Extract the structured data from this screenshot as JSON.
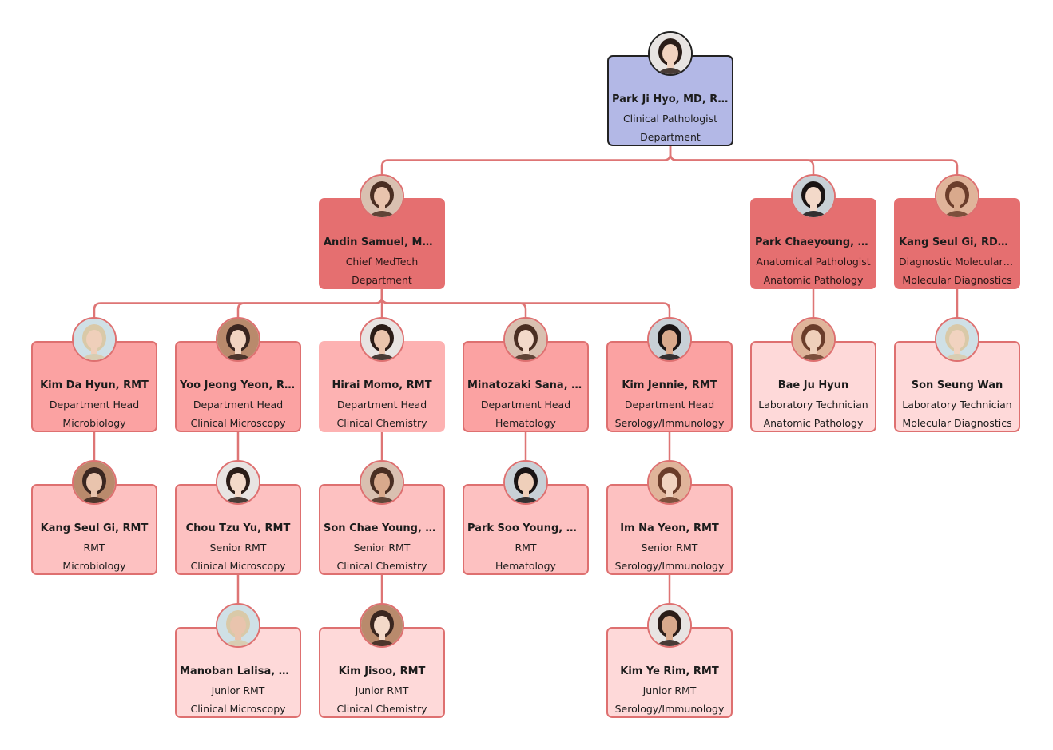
{
  "colors": {
    "root_fill": "#b3b8e6",
    "root_border": "#222222",
    "level1_fill": "#e56f70",
    "level2_fill": "#fba2a2",
    "level3_fill": "#fdc1c1",
    "level4_fill": "#fed9d9",
    "connector": "#de7575"
  },
  "nodes": [
    {
      "id": "n1",
      "name": "Park Ji Hyo, MD, RMT",
      "title": "Clinical Pathologist",
      "dept": "Department",
      "level": "l0",
      "avatar": "portrait-icon"
    },
    {
      "id": "n2",
      "name": "Andin Samuel, MD, ...",
      "title": "Chief MedTech",
      "dept": "Department",
      "level": "l1",
      "avatar": "portrait-icon"
    },
    {
      "id": "n3",
      "name": "Park Chaeyoung, M...",
      "title": "Anatomical Pathologist",
      "dept": "Anatomic Pathology",
      "level": "l1",
      "avatar": "portrait-icon"
    },
    {
      "id": "n4",
      "name": "Kang Seul Gi, RDMS",
      "title": "Diagnostic Molecular ...",
      "dept": "Molecular Diagnostics",
      "level": "l1",
      "avatar": "portrait-icon"
    },
    {
      "id": "n5",
      "name": "Kim Da Hyun, RMT",
      "title": "Department Head",
      "dept": "Microbiology",
      "level": "l2",
      "avatar": "portrait-icon"
    },
    {
      "id": "n6",
      "name": "Yoo Jeong Yeon, RMT",
      "title": "Department Head",
      "dept": "Clinical Microscopy",
      "level": "l2",
      "avatar": "portrait-icon"
    },
    {
      "id": "n7",
      "name": "Hirai Momo, RMT",
      "title": "Department Head",
      "dept": "Clinical Chemistry",
      "level": "l2b",
      "avatar": "portrait-icon"
    },
    {
      "id": "n8",
      "name": "Minatozaki Sana, R...",
      "title": "Department Head",
      "dept": "Hematology",
      "level": "l2",
      "avatar": "portrait-icon"
    },
    {
      "id": "n9",
      "name": "Kim Jennie, RMT",
      "title": "Department Head",
      "dept": "Serology/Immunology",
      "level": "l2",
      "avatar": "portrait-icon"
    },
    {
      "id": "n10",
      "name": "Bae Ju Hyun",
      "title": "Laboratory Technician",
      "dept": "Anatomic Pathology",
      "level": "l4",
      "avatar": "portrait-icon"
    },
    {
      "id": "n11",
      "name": "Son Seung Wan",
      "title": "Laboratory Technician",
      "dept": "Molecular Diagnostics",
      "level": "l4",
      "avatar": "portrait-icon"
    },
    {
      "id": "n12",
      "name": "Kang Seul Gi, RMT",
      "title": "RMT",
      "dept": "Microbiology",
      "level": "l3",
      "avatar": "portrait-icon"
    },
    {
      "id": "n13",
      "name": "Chou Tzu Yu, RMT",
      "title": "Senior RMT",
      "dept": "Clinical Microscopy",
      "level": "l3",
      "avatar": "portrait-icon"
    },
    {
      "id": "n14",
      "name": "Son Chae Young, RMT",
      "title": "Senior RMT",
      "dept": "Clinical Chemistry",
      "level": "l3",
      "avatar": "portrait-icon"
    },
    {
      "id": "n15",
      "name": "Park Soo Young, RMT",
      "title": "RMT",
      "dept": "Hematology",
      "level": "l3",
      "avatar": "portrait-icon"
    },
    {
      "id": "n16",
      "name": "Im Na Yeon, RMT",
      "title": "Senior RMT",
      "dept": "Serology/Immunology",
      "level": "l3",
      "avatar": "portrait-icon"
    },
    {
      "id": "n17",
      "name": "Manoban Lalisa, RMT",
      "title": "Junior RMT",
      "dept": "Clinical Microscopy",
      "level": "l4",
      "avatar": "portrait-icon"
    },
    {
      "id": "n18",
      "name": "Kim Jisoo, RMT",
      "title": "Junior RMT",
      "dept": "Clinical Chemistry",
      "level": "l4",
      "avatar": "portrait-icon"
    },
    {
      "id": "n19",
      "name": "Kim Ye Rim, RMT",
      "title": "Junior RMT",
      "dept": "Serology/Immunology",
      "level": "l4",
      "avatar": "portrait-icon"
    }
  ],
  "edges": [
    [
      "n1",
      "n2"
    ],
    [
      "n1",
      "n3"
    ],
    [
      "n1",
      "n4"
    ],
    [
      "n2",
      "n5"
    ],
    [
      "n2",
      "n6"
    ],
    [
      "n2",
      "n7"
    ],
    [
      "n2",
      "n8"
    ],
    [
      "n2",
      "n9"
    ],
    [
      "n3",
      "n10"
    ],
    [
      "n4",
      "n11"
    ],
    [
      "n5",
      "n12"
    ],
    [
      "n6",
      "n13"
    ],
    [
      "n7",
      "n14"
    ],
    [
      "n8",
      "n15"
    ],
    [
      "n9",
      "n16"
    ],
    [
      "n13",
      "n17"
    ],
    [
      "n14",
      "n18"
    ],
    [
      "n16",
      "n19"
    ]
  ]
}
